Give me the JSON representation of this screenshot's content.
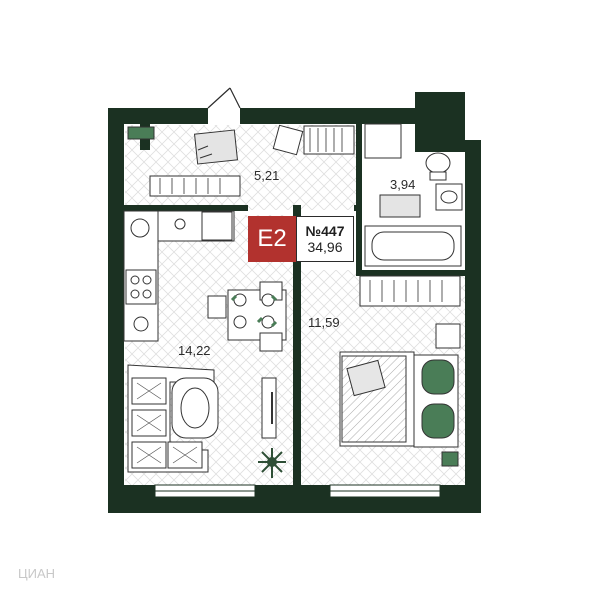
{
  "apartment": {
    "code": "E2",
    "number": "№447",
    "total_area": "34,96"
  },
  "rooms": {
    "hallway": "5,21",
    "bathroom": "3,94",
    "kitchen_living": "14,22",
    "bedroom": "11,59"
  },
  "watermark": "ЦИАН",
  "colors": {
    "wall": "#1b3122",
    "badge": "#b2322e",
    "furniture_green": "#4a7d57",
    "floor_pattern": "#d6d6d6"
  }
}
